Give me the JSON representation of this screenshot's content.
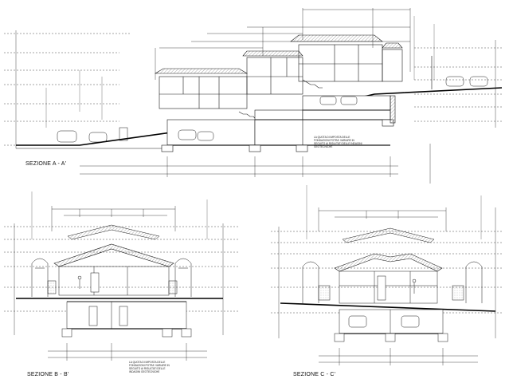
{
  "titles": {
    "section_a": "SEZIONE A - A'",
    "section_b": "SEZIONE B - B'",
    "section_c": "SEZIONE C - C'"
  },
  "notes": {
    "note_a": "LA QUOTA DI IMPOSTA DELLE FONDAZIONI POTRA' VARIARE IN SEGUITO AI RISULTATI DELLE INDAGINI GEOTECNICHE",
    "note_b": "LA QUOTA DI IMPOSTA DELLE FONDAZIONI POTRA' VARIARE IN SEGUITO AI RISULTATI DELLE INDAGINI GEOTECNICHE"
  },
  "colors": {
    "line": "#1a1a1a",
    "fill": "#e6e6e6",
    "ground": "#000000"
  }
}
